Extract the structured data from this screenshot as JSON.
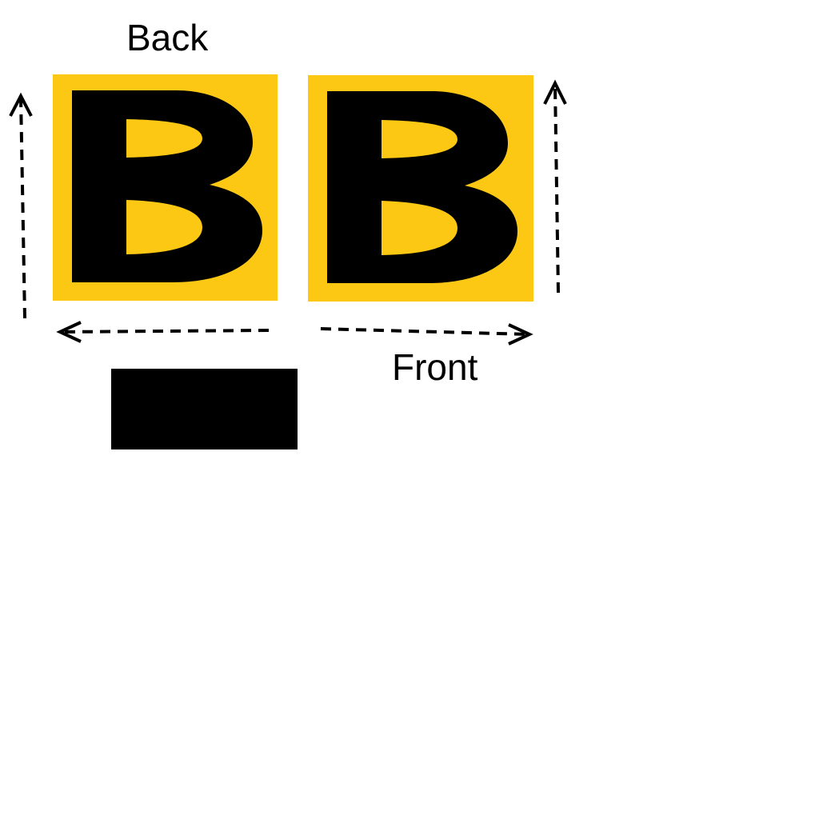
{
  "labels": {
    "back": "Back",
    "front": "Front"
  },
  "tiles": [
    {
      "name": "back",
      "letter": "B"
    },
    {
      "name": "front",
      "letter": "B"
    }
  ],
  "colors": {
    "tile_background": "#FCC813",
    "letter": "#000000",
    "arrows": "#000000",
    "block": "#000000",
    "page": "#FFFFFF"
  },
  "arrows": [
    {
      "name": "back-vertical-arrow",
      "direction": "up",
      "style": "dashed"
    },
    {
      "name": "back-horizontal-arrow",
      "direction": "left",
      "style": "dashed"
    },
    {
      "name": "front-horizontal-arrow",
      "direction": "right",
      "style": "dashed"
    },
    {
      "name": "front-vertical-arrow",
      "direction": "up",
      "style": "dashed"
    }
  ]
}
